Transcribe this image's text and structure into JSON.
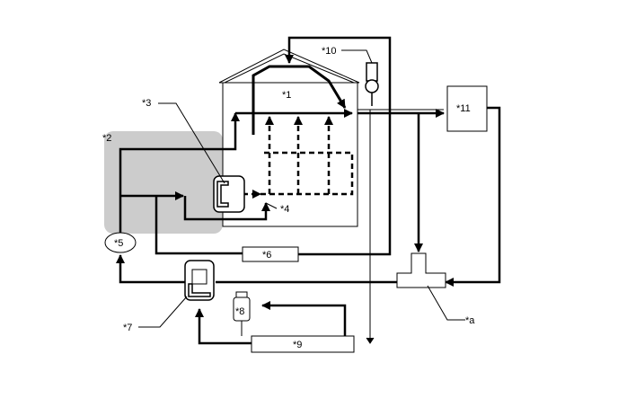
{
  "diagram": {
    "labels": {
      "l1": "*1",
      "l2": "*2",
      "l3": "*3",
      "l4": "*4",
      "l5": "*5",
      "l6": "*6",
      "l7": "*7",
      "l8": "*8",
      "l9": "*9",
      "l10": "*10",
      "l11": "*11",
      "la": "*a"
    },
    "colors": {
      "line": "#000000",
      "shaded_region": "#cccccc",
      "fill": "#ffffff"
    }
  }
}
